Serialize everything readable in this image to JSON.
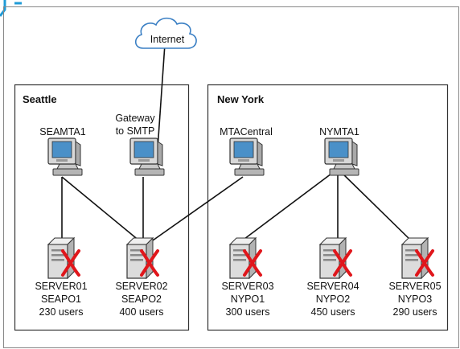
{
  "cloud": {
    "label": "Internet"
  },
  "sites": [
    {
      "name": "Seattle"
    },
    {
      "name": "New York"
    }
  ],
  "workstations": [
    {
      "line1": "SEAMTA1",
      "line2": ""
    },
    {
      "line1": "Gateway",
      "line2": "to SMTP"
    },
    {
      "line1": "MTACentral",
      "line2": ""
    },
    {
      "line1": "NYMTA1",
      "line2": ""
    }
  ],
  "servers": [
    {
      "name": "SERVER01",
      "po": "SEAPO1",
      "users": "230 users"
    },
    {
      "name": "SERVER02",
      "po": "SEAPO2",
      "users": "400 users"
    },
    {
      "name": "SERVER03",
      "po": "NYPO1",
      "users": "300 users"
    },
    {
      "name": "SERVER04",
      "po": "NYPO2",
      "users": "450 users"
    },
    {
      "name": "SERVER05",
      "po": "NYPO3",
      "users": "290 users"
    }
  ],
  "colors": {
    "frame": "#888888",
    "region_border": "#333333",
    "link": "#111111",
    "cloud_stroke": "#3a7fc4",
    "status_x": "#e0161b",
    "monitor_screen": "#4a90c8",
    "header_accent": "#1f9bd7"
  },
  "icons": {
    "cloud": "cloud-icon",
    "workstation": "workstation-icon",
    "server": "server-icon",
    "status": "red-x-icon"
  }
}
